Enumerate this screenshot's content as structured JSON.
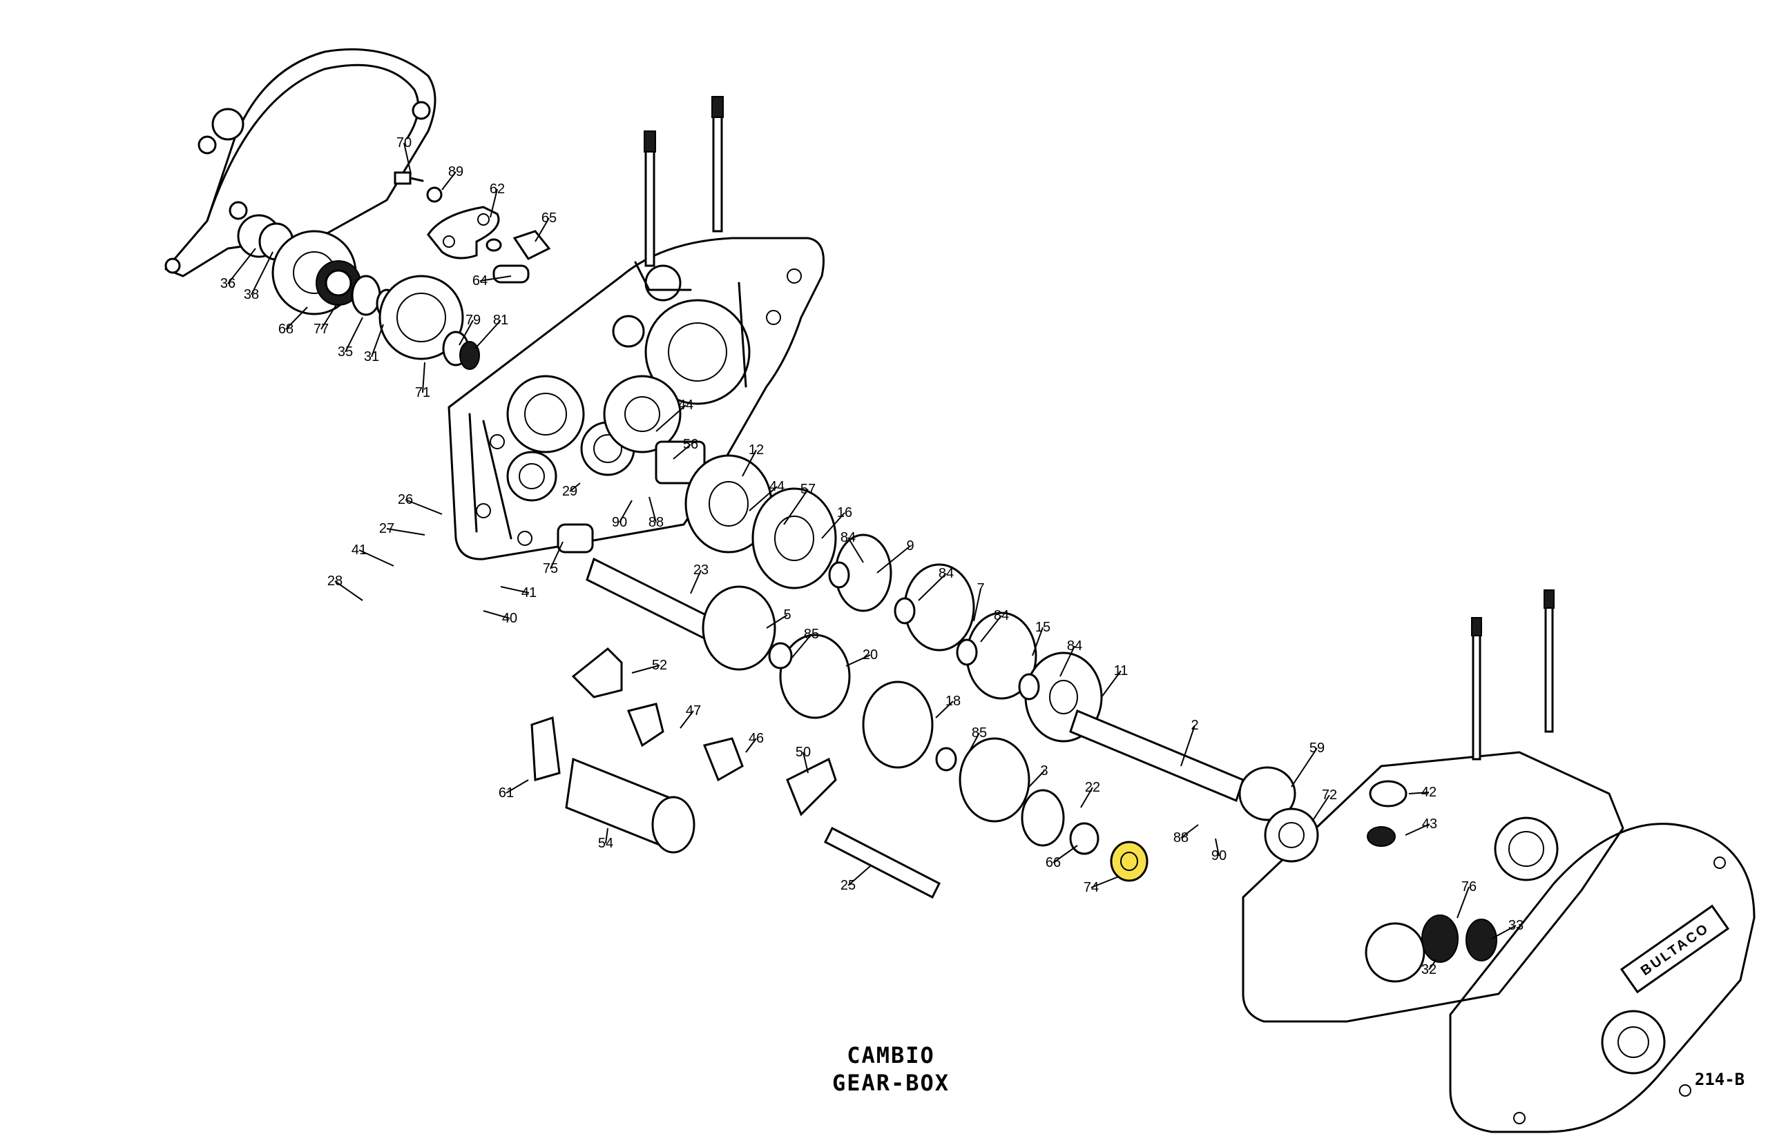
{
  "caption": {
    "line1": "CAMBIO",
    "line2": "GEAR-BOX"
  },
  "drawing_code": "214-B",
  "cover_badge": "BULTACO",
  "highlight": {
    "part": "74",
    "color": "#f7e04a"
  },
  "callouts": [
    "70",
    "89",
    "62",
    "65",
    "64",
    "36",
    "38",
    "68",
    "77",
    "35",
    "31",
    "79",
    "81",
    "71",
    "44",
    "56",
    "12",
    "44",
    "57",
    "16",
    "84",
    "9",
    "84",
    "7",
    "84",
    "15",
    "84",
    "11",
    "26",
    "29",
    "90",
    "88",
    "27",
    "41",
    "28",
    "41",
    "40",
    "75",
    "23",
    "5",
    "85",
    "20",
    "52",
    "47",
    "46",
    "61",
    "54",
    "50",
    "18",
    "85",
    "3",
    "22",
    "66",
    "74",
    "25",
    "2",
    "59",
    "72",
    "88",
    "90",
    "42",
    "43",
    "76",
    "33",
    "32"
  ]
}
